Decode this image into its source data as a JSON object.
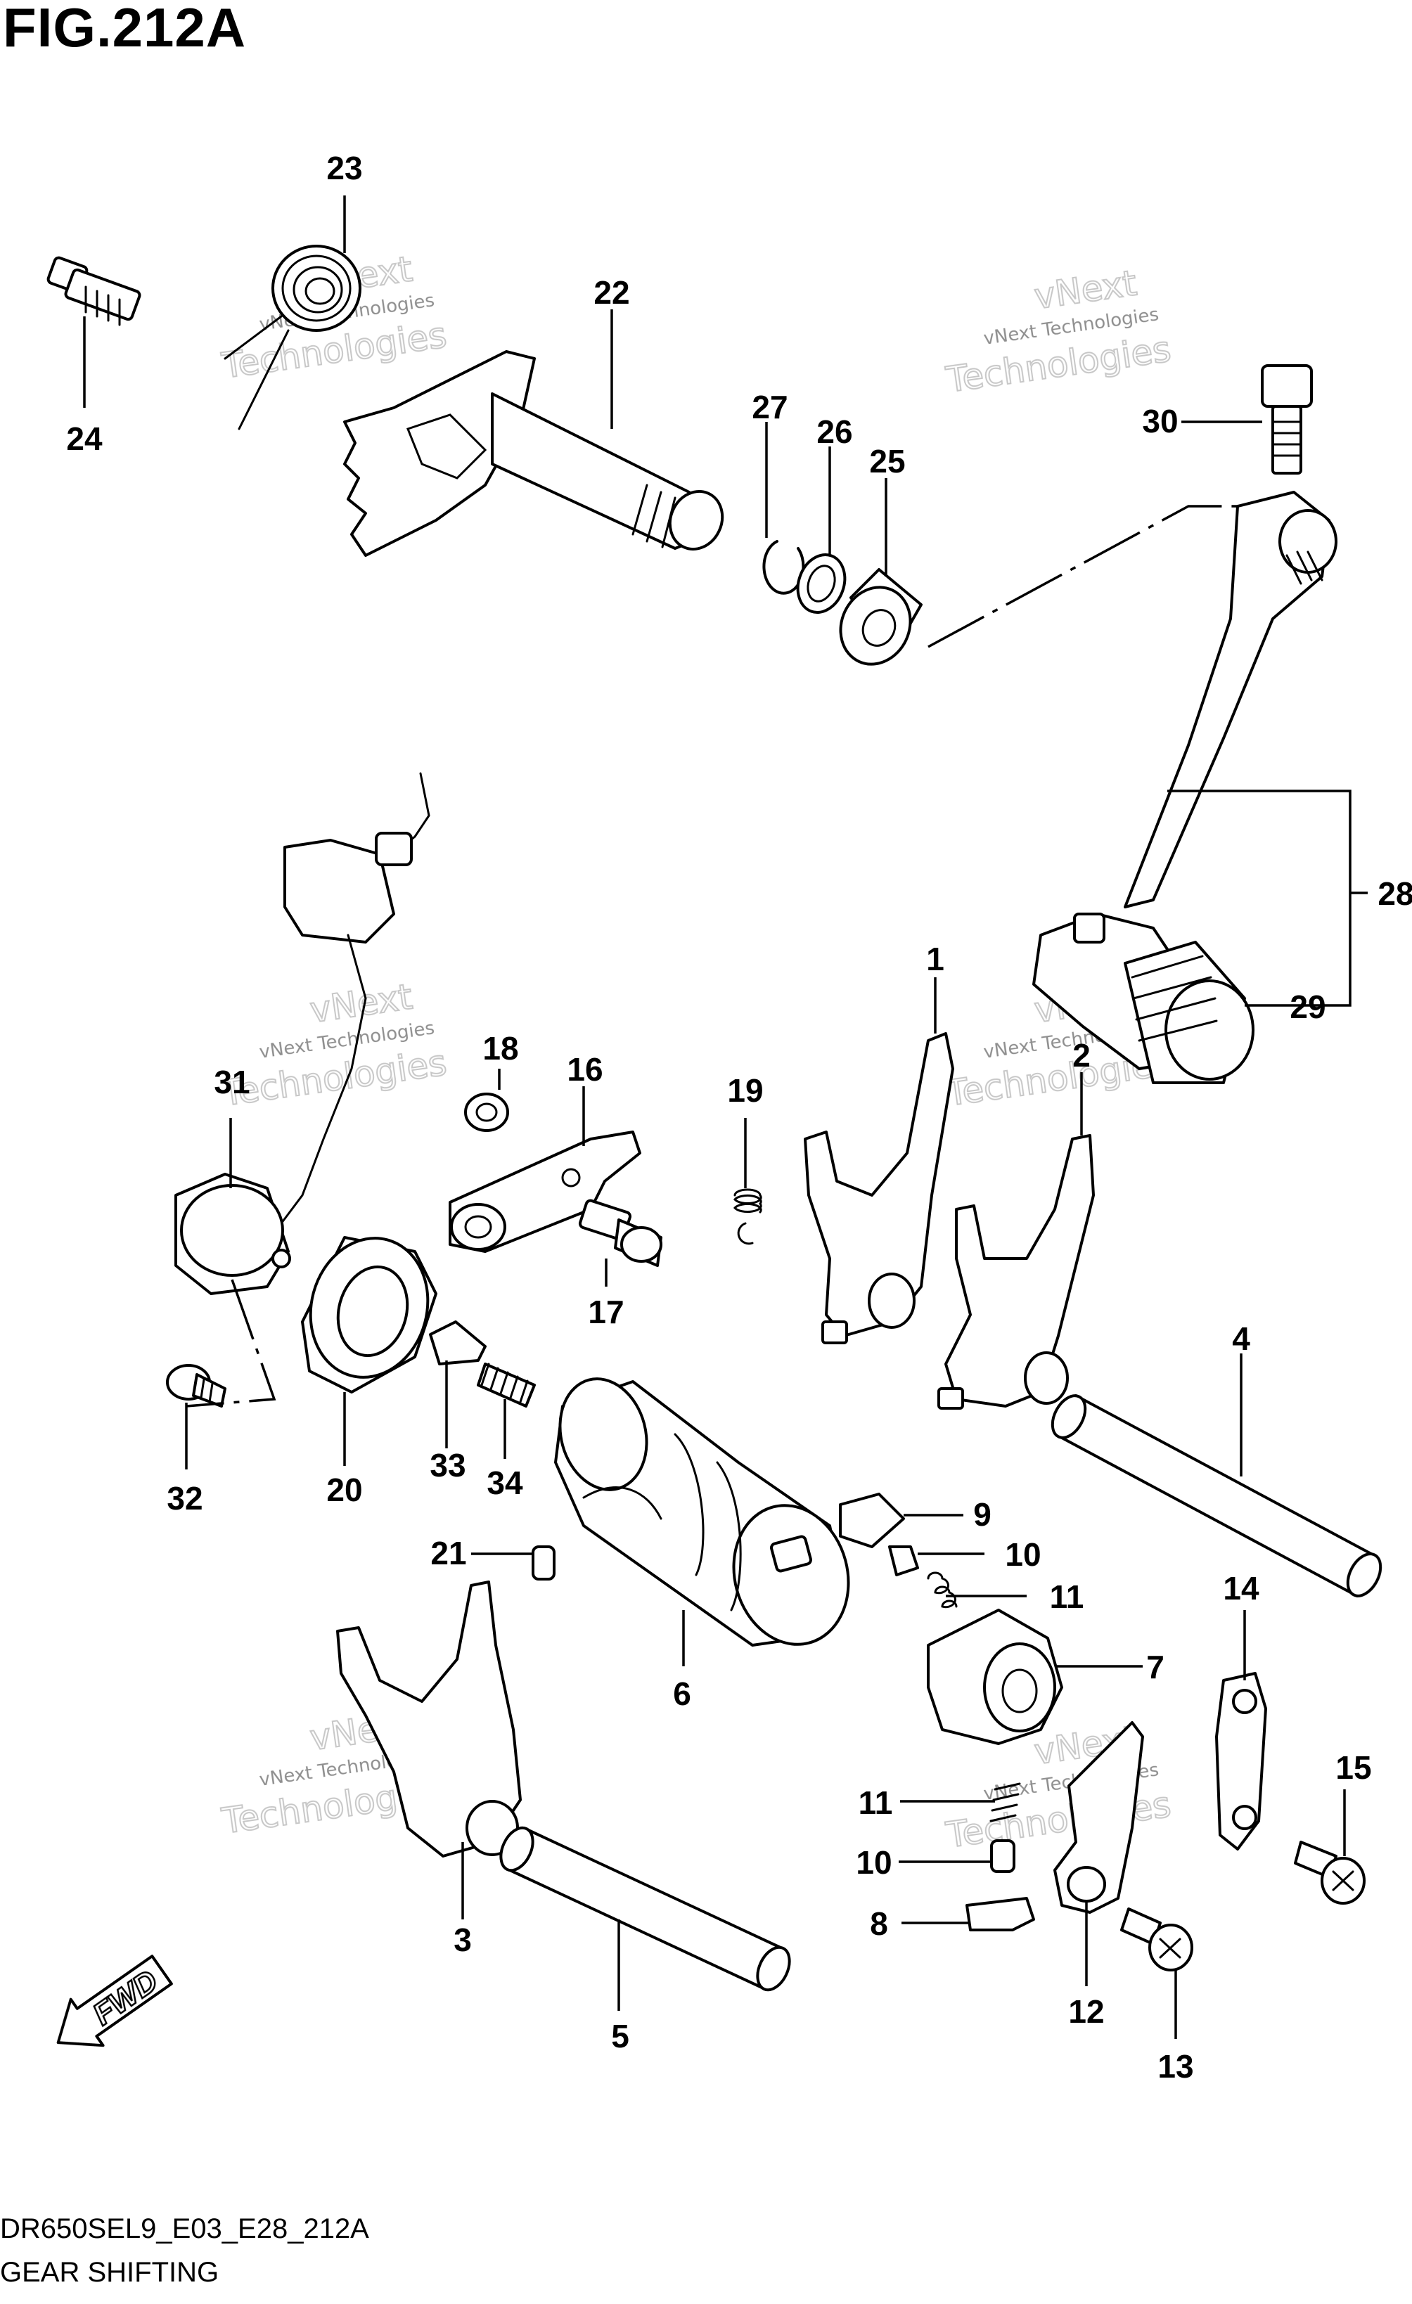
{
  "figure": {
    "title": "FIG.212A",
    "model_code": "DR650SEL9_E03_E28_212A",
    "section_name": "GEAR SHIFTING"
  },
  "watermark": {
    "line1": "vNext Technologies",
    "line2": "vNext",
    "line3": "Technologies"
  },
  "direction_badge": {
    "label": "FWD"
  },
  "callouts": {
    "n1": "1",
    "n2": "2",
    "n3": "3",
    "n4": "4",
    "n5": "5",
    "n6": "6",
    "n7": "7",
    "n8": "8",
    "n9": "9",
    "n10a": "10",
    "n10b": "10",
    "n11a": "11",
    "n11b": "11",
    "n12": "12",
    "n13": "13",
    "n14": "14",
    "n15": "15",
    "n16": "16",
    "n17": "17",
    "n18": "18",
    "n19": "19",
    "n20": "20",
    "n21": "21",
    "n22": "22",
    "n23": "23",
    "n24": "24",
    "n25": "25",
    "n26": "26",
    "n27": "27",
    "n28": "28",
    "n29": "29",
    "n30": "30",
    "n31": "31",
    "n32": "32",
    "n33": "33",
    "n34": "34"
  }
}
